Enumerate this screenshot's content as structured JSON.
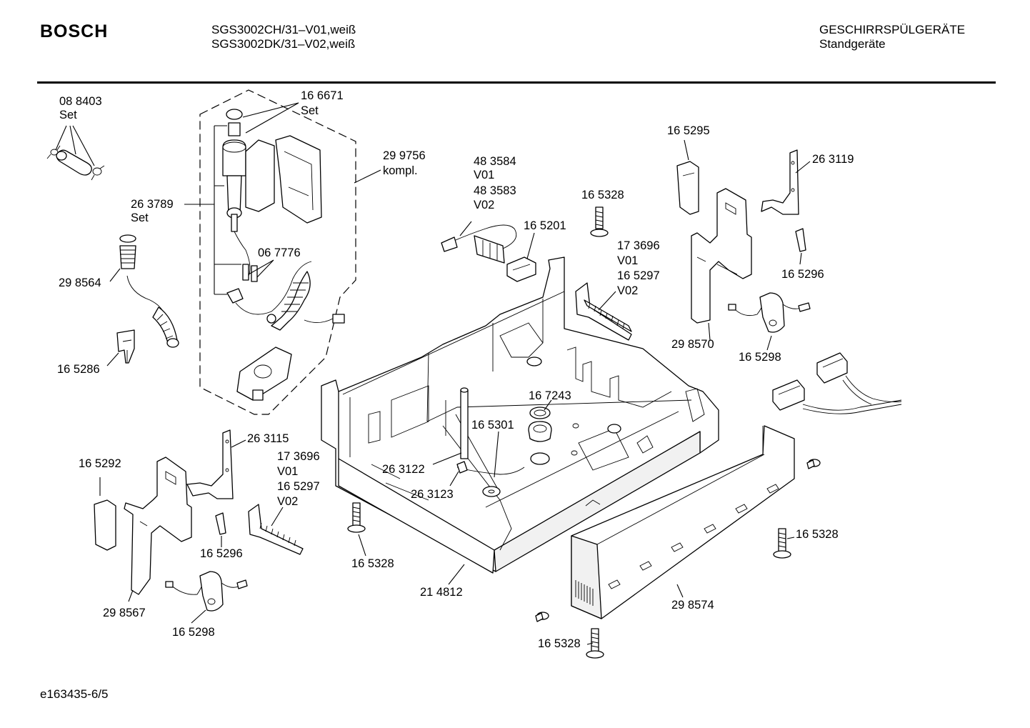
{
  "header": {
    "brand": "BOSCH",
    "model_line_1": "SGS3002CH/31–V01,weiß",
    "model_line_2": "SGS3002DK/31–V02,weiß",
    "category": "GESCHIRRSPÜLGERÄTE",
    "subcategory": "Standgeräte"
  },
  "footer": {
    "drawing_id": "e163435-6/5"
  },
  "labels": {
    "p088403": "08 8403",
    "set_088403": "Set",
    "p166671": "16 6671",
    "set_166671": "Set",
    "p299756": "29 9756",
    "kompl": "kompl.",
    "p263789": "26 3789",
    "set_263789": "Set",
    "p298564": "29 8564",
    "p067776": "06 7776",
    "p165286": "16 5286",
    "p483584": "48 3584",
    "v01_a": "V01",
    "p483583": "48 3583",
    "v02_a": "V02",
    "p165201": "16 5201",
    "p165328_top": "16 5328",
    "p173696_r": "17 3696",
    "v01_r": "V01",
    "p165297_r": "16 5297",
    "v02_r": "V02",
    "p165295": "16 5295",
    "p263119": "26 3119",
    "p165296_r": "16 5296",
    "p298570": "29 8570",
    "p165298_r": "16 5298",
    "p167243": "16 7243",
    "p165301": "16 5301",
    "p263122": "26 3122",
    "p263123": "26 3123",
    "p263115": "26 3115",
    "p173696_l": "17 3696",
    "v01_l": "V01",
    "p165297_l": "16 5297",
    "v02_l": "V02",
    "p165292": "16 5292",
    "p165296_l": "16 5296",
    "p298567": "29 8567",
    "p165298_l": "16 5298",
    "p165328_mid": "16 5328",
    "p214812": "21 4812",
    "p165328_right": "16 5328",
    "p298574": "29 8574",
    "p165328_bottom": "16 5328"
  }
}
